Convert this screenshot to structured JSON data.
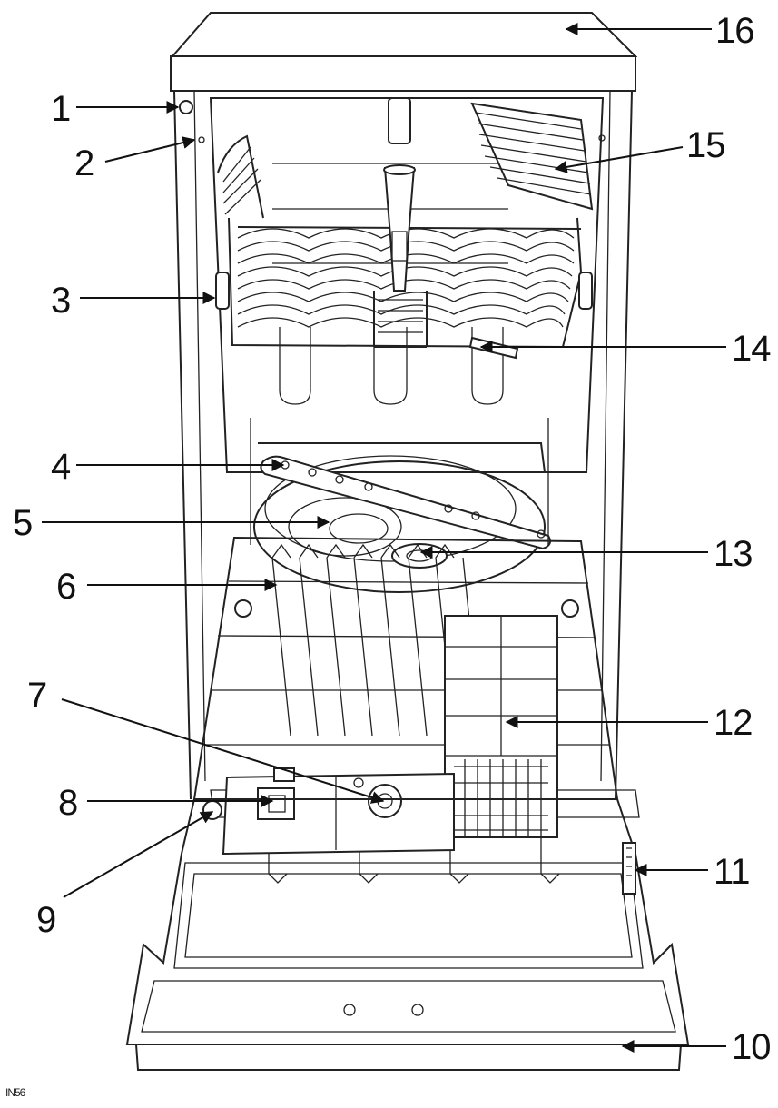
{
  "figure_code": "IN56",
  "callouts": [
    {
      "id": 1,
      "label": "1"
    },
    {
      "id": 2,
      "label": "2"
    },
    {
      "id": 3,
      "label": "3"
    },
    {
      "id": 4,
      "label": "4"
    },
    {
      "id": 5,
      "label": "5"
    },
    {
      "id": 6,
      "label": "6"
    },
    {
      "id": 7,
      "label": "7"
    },
    {
      "id": 8,
      "label": "8"
    },
    {
      "id": 9,
      "label": "9"
    },
    {
      "id": 10,
      "label": "10"
    },
    {
      "id": 11,
      "label": "11"
    },
    {
      "id": 12,
      "label": "12"
    },
    {
      "id": 13,
      "label": "13"
    },
    {
      "id": 14,
      "label": "14"
    },
    {
      "id": 15,
      "label": "15"
    },
    {
      "id": 16,
      "label": "16"
    }
  ]
}
